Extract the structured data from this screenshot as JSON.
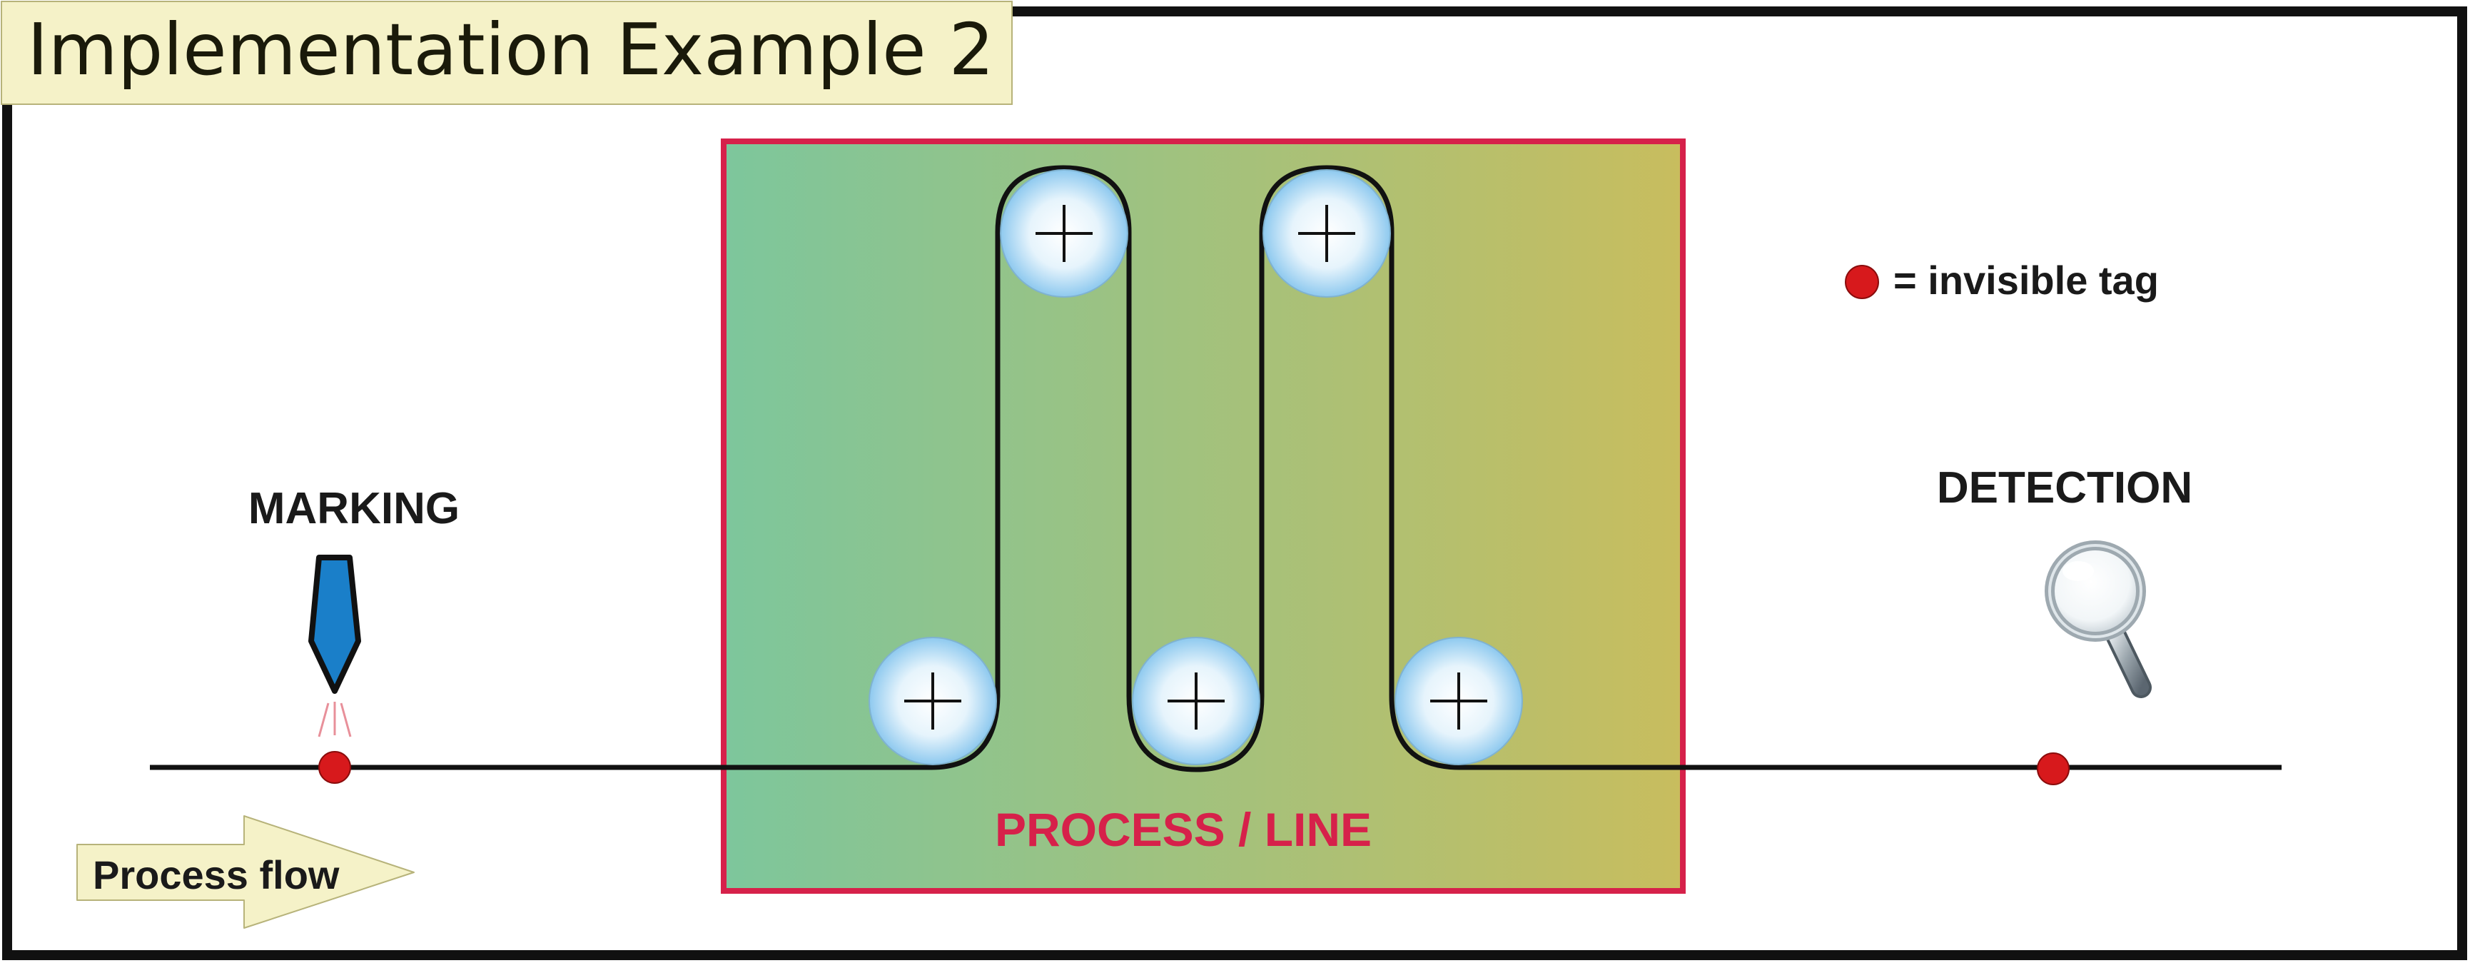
{
  "title": "Implementation Example 2",
  "legend": {
    "text": "= invisible tag",
    "tag_color": "#d7191c"
  },
  "labels": {
    "marking": "MARKING",
    "detection": "DETECTION",
    "process_line": "PROCESS / LINE",
    "process_flow": "Process flow"
  },
  "icons": {
    "marker": "marker-pen-icon",
    "detector": "magnifying-glass-icon",
    "flow": "right-arrow-icon"
  },
  "colors": {
    "frame": "#111111",
    "title_bg": "#f5f2c8",
    "process_border": "#d6214a",
    "process_label": "#d6214a",
    "gradient_start": "#7dc69c",
    "gradient_end": "#c8bd5e",
    "roller_fill": "#b8ddf4",
    "marker_fill": "#1a7fc9",
    "arrow_fill": "#f5f2c8"
  }
}
